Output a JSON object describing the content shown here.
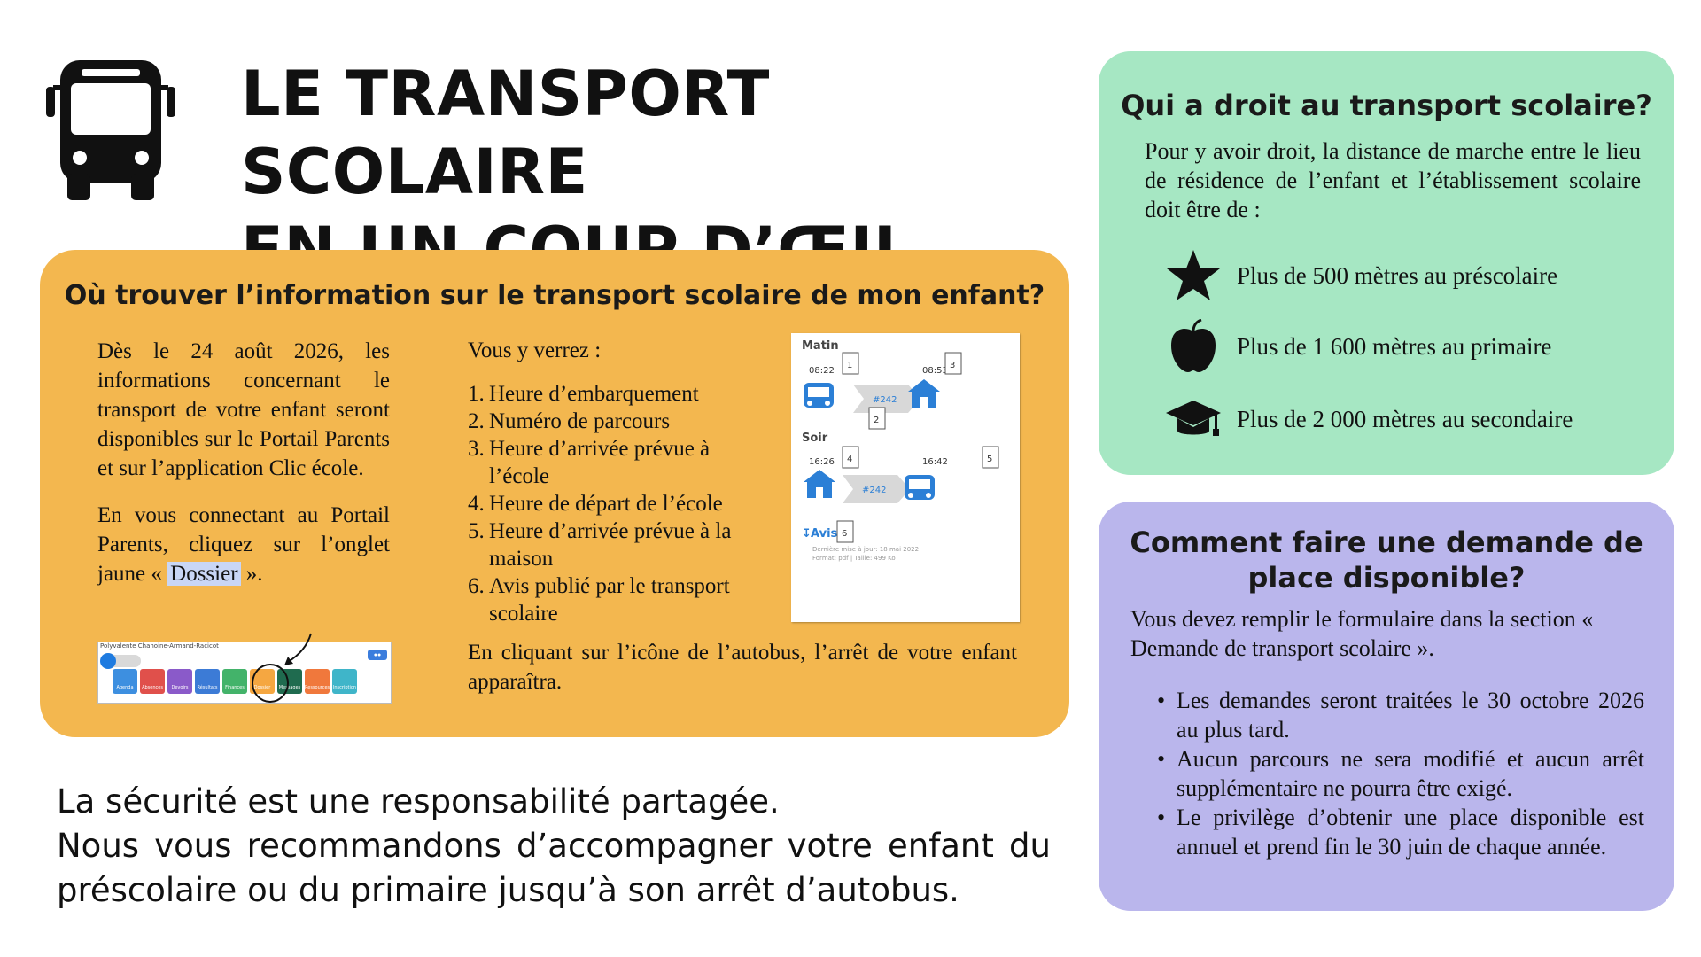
{
  "header": {
    "title_line1": "LE TRANSPORT SCOLAIRE",
    "title_line2": "EN UN COUP D’ŒIL",
    "icon": "bus-icon"
  },
  "info_card": {
    "heading": "Où trouver l’information sur le transport scolaire de mon enfant?",
    "left_p1": "Dès le 24 août 2026, les informations concernant le transport de votre enfant seront disponibles sur le Portail Parents et sur l’application Clic école.",
    "left_p2_start": "En vous connectant au Portail Parents, cliquez sur l’onglet jaune « ",
    "left_p2_highlight": "Dossier",
    "left_p2_end": " ».",
    "portal": {
      "school": "Polyvalente Chanoine-Armand-Racicot",
      "tiles": [
        "Agenda",
        "Absences",
        "Devoirs",
        "Résultats",
        "Finances",
        "Dossier",
        "Messages",
        "Ressources",
        "Inscription"
      ],
      "tile_colors": [
        "#3d8fe0",
        "#e0504b",
        "#8a5ac9",
        "#3c7bd6",
        "#43b36a",
        "#f5a741",
        "#1f6b4f",
        "#f0783c",
        "#3fb5c9"
      ]
    },
    "seen_title": "Vous y verrez :",
    "steps": [
      "Heure d’embarquement",
      "Numéro de parcours",
      "Heure d’arrivée prévue à l’école",
      "Heure de départ de l’école",
      "Heure d’arrivée prévue à la maison",
      "Avis publié par le transport scolaire"
    ],
    "click_text": "En cliquant sur l’icône de l’autobus, l’arrêt de votre enfant apparaîtra.",
    "schedule": {
      "matin_label": "Matin",
      "soir_label": "Soir",
      "time_board_am": "08:22",
      "time_arrive_am": "08:53",
      "time_depart_pm": "16:26",
      "time_arrive_pm": "16:42",
      "route": "#242",
      "avis_label": "Avis",
      "avis_meta1": "Dernière mise à jour: 18 mai 2022",
      "avis_meta2": "Format: pdf | Taille: 499 Ko",
      "markers": [
        "1",
        "2",
        "3",
        "4",
        "5",
        "6"
      ]
    }
  },
  "safety": {
    "line1": "La sécurité est une responsabilité partagée.",
    "line2": "Nous vous recommandons d’accompagner votre enfant du préscolaire ou du primaire jusqu’à son arrêt d’autobus."
  },
  "who_card": {
    "heading": "Qui a droit au transport scolaire?",
    "intro": "Pour y avoir droit, la distance de marche entre le lieu de résidence de l’enfant et l’établissement scolaire doit être de :",
    "criteria": [
      {
        "icon": "star-icon",
        "text": "Plus de 500 mètres au préscolaire"
      },
      {
        "icon": "apple-icon",
        "text": "Plus de 1 600 mètres au primaire"
      },
      {
        "icon": "graduation-cap-icon",
        "text": "Plus de 2 000 mètres au secondaire"
      }
    ]
  },
  "request_card": {
    "heading": "Comment faire une demande de place disponible?",
    "intro": "Vous devez remplir le formulaire dans la section « Demande de transport scolaire ».",
    "items": [
      "Les demandes seront traitées le 30 octobre 2026 au plus tard.",
      "Aucun parcours ne sera modifié et aucun arrêt supplémentaire ne pourra être exigé.",
      "Le privilège d’obtenir une place disponible est annuel et prend fin le 30 juin de chaque année."
    ]
  },
  "colors": {
    "info_card_bg": "#f3b74f",
    "who_card_bg": "#a6e7c3",
    "request_card_bg": "#bab6ec",
    "dossier_highlight": "#c9d6f5",
    "schedule_blue": "#2b7fd6"
  }
}
